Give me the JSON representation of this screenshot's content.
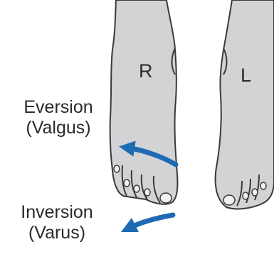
{
  "feet": {
    "right_label": "R",
    "left_label": "L"
  },
  "labels": {
    "eversion": "Eversion",
    "eversion_sub": "(Valgus)",
    "inversion": "Inversion",
    "inversion_sub": "(Varus)"
  },
  "colors": {
    "foot_fill": "#d3d3d5",
    "outline": "#3a3a3a",
    "arrow": "#1f6bb3",
    "text": "#2a2a2a"
  }
}
